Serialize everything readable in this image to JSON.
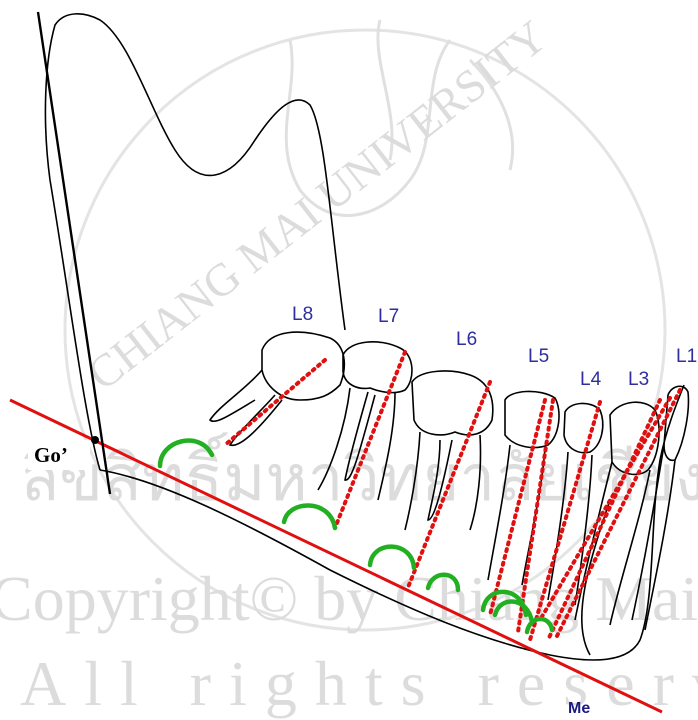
{
  "watermark": {
    "line1": "CHIANG MAI UNIVERSITY",
    "line2": "ลิขสิทธิ์มหาวิทยาลัยเชียงใหม่",
    "line3": "Copyright© by Chiang Mai University",
    "line4": "All rights reserved",
    "color": "#dcdcdc"
  },
  "labels": {
    "go": "Go’",
    "me": "Me",
    "teeth": [
      "L8",
      "L7",
      "L6",
      "L5",
      "L4",
      "L3",
      "L1"
    ]
  },
  "colors": {
    "mandible_outline": "#000000",
    "reference_line": "#e01010",
    "tooth_axis": "#e01010",
    "angle_arc": "#22b022",
    "tooth_label": "#2e2ea0",
    "me_label": "#1a1a80"
  }
}
